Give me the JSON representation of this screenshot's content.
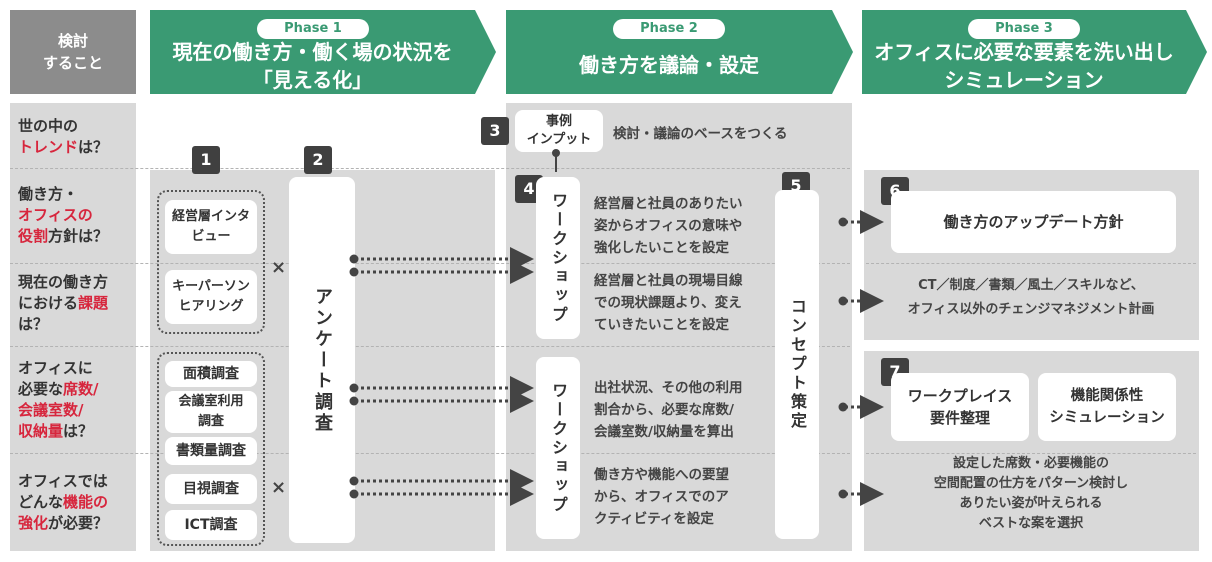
{
  "left_header": "検討\nすること",
  "phases": [
    {
      "pill": "Phase 1",
      "title": "現在の働き方・働く場の状況を\n「見える化」"
    },
    {
      "pill": "Phase 2",
      "title": "働き方を議論・設定"
    },
    {
      "pill": "Phase 3",
      "title": "オフィスに必要な要素を洗い出し\nシミュレーション"
    }
  ],
  "questions": [
    {
      "parts": [
        {
          "t": "世の中の\n"
        },
        {
          "t": "トレンド",
          "red": true
        },
        {
          "t": "は？"
        }
      ]
    },
    {
      "parts": [
        {
          "t": "働き方・\n"
        },
        {
          "t": "オフィスの\n役割",
          "red": true
        },
        {
          "t": "方針は？"
        }
      ]
    },
    {
      "parts": [
        {
          "t": "現在の働き方\nにおける"
        },
        {
          "t": "課題",
          "red": true
        },
        {
          "t": "\nは？"
        }
      ]
    },
    {
      "parts": [
        {
          "t": "オフィスに\n必要な"
        },
        {
          "t": "席数/\n会議室数/\n収納量",
          "red": true
        },
        {
          "t": "は？"
        }
      ]
    },
    {
      "parts": [
        {
          "t": "オフィスでは\nどんな"
        },
        {
          "t": "機能の\n強化",
          "red": true
        },
        {
          "t": "が必要？"
        }
      ]
    }
  ],
  "badges": [
    "1",
    "2",
    "3",
    "4",
    "5",
    "6",
    "7"
  ],
  "phase1": {
    "interview_boxes": [
      "経営層インタ\nビュー",
      "キーパーソン\nヒアリング"
    ],
    "survey_boxes": [
      "面積調査",
      "会議室利用\n調査",
      "書類量調査",
      "目視調査",
      "ICT調査"
    ],
    "times_symbol": "×",
    "questionnaire": "アンケート調査"
  },
  "phase2": {
    "case_input": "事例\nインプット",
    "case_desc": "検討・議論のベースをつくる",
    "workshop": "ワークショップ",
    "desc1": "経営層と社員のありたい\n姿からオフィスの意味や\n強化したいことを設定",
    "desc2": "経営層と社員の現場目線\nでの現状課題より、変え\nていきたいことを設定",
    "desc3": "出社状況、その他の利用\n割合から、必要な席数/\n会議室数/収納量を算出",
    "desc4": "働き方や機能への要望\nから、オフィスでのア\nクティビティを設定",
    "concept": "コンセプト策定"
  },
  "phase3": {
    "policy": "働き方のアップデート方針",
    "change_mgmt": "CT／制度／書類／風土／スキルなど、\nオフィス以外のチェンジマネジメント計画",
    "workplace": "ワークプレイス\n要件整理",
    "simulation": "機能関係性\nシミュレーション",
    "layout_desc": "設定した席数・必要機能の\n空間配置の仕方をパターン検討し\nありたい姿が叶えられる\nベストな案を選択"
  },
  "colors": {
    "green": "#3a9a73",
    "red": "#d7263d",
    "gray": "#8c8c8c",
    "light_gray": "#d9d9d9",
    "badge": "#404040"
  }
}
